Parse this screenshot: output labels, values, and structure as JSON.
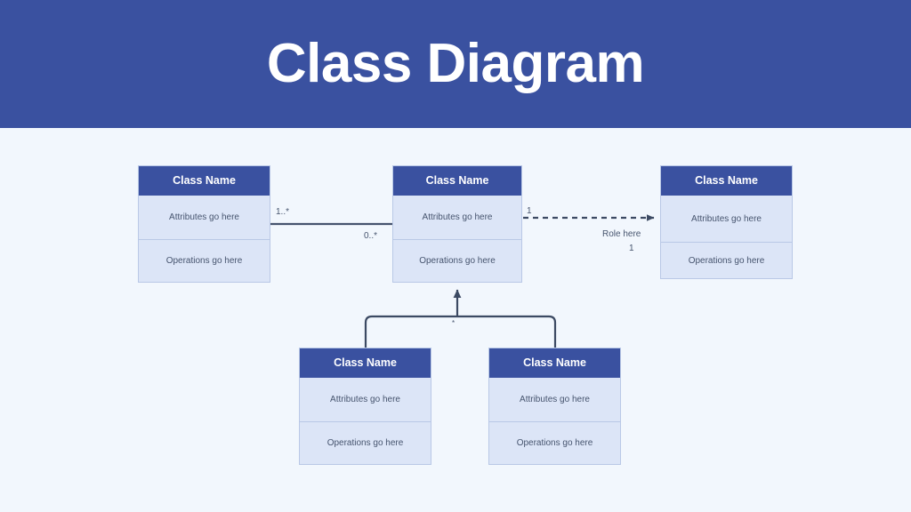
{
  "header": {
    "title": "Class Diagram",
    "background_color": "#3a51a0",
    "text_color": "#ffffff"
  },
  "canvas": {
    "background_color": "#f2f7fd"
  },
  "theme": {
    "class_header_color": "#3a51a0",
    "class_body_color": "#dce5f7",
    "class_border_color": "#b9c8e6",
    "connector_color": "#46546e",
    "body_text_color": "#46546e"
  },
  "diagram": {
    "type": "uml-class-diagram",
    "classes": [
      {
        "id": "left",
        "name": "Class Name",
        "attributes": "Attributes go here",
        "operations": "Operations go here"
      },
      {
        "id": "center",
        "name": "Class Name",
        "attributes": "Attributes go here",
        "operations": "Operations go here"
      },
      {
        "id": "right",
        "name": "Class Name",
        "attributes": "Attributes go here",
        "operations": "Operations go here"
      },
      {
        "id": "child-left",
        "name": "Class Name",
        "attributes": "Attributes go here",
        "operations": "Operations go here"
      },
      {
        "id": "child-right",
        "name": "Class Name",
        "attributes": "Attributes go here",
        "operations": "Operations go here"
      }
    ],
    "relationships": [
      {
        "id": "association",
        "kind": "association",
        "line_style": "solid",
        "from": "left",
        "to": "center",
        "source_multiplicity": "1..*",
        "target_multiplicity": "0..*"
      },
      {
        "id": "dependency",
        "kind": "dependency",
        "line_style": "dashed",
        "arrowhead": "open-arrow",
        "from": "center",
        "to": "right",
        "source_multiplicity": "1",
        "role_label": "Role here",
        "target_multiplicity": "1"
      },
      {
        "id": "generalization",
        "kind": "generalization",
        "line_style": "solid",
        "arrowhead": "arrow-up",
        "parent": "center",
        "children": [
          "child-left",
          "child-right"
        ],
        "label": "*"
      }
    ]
  }
}
